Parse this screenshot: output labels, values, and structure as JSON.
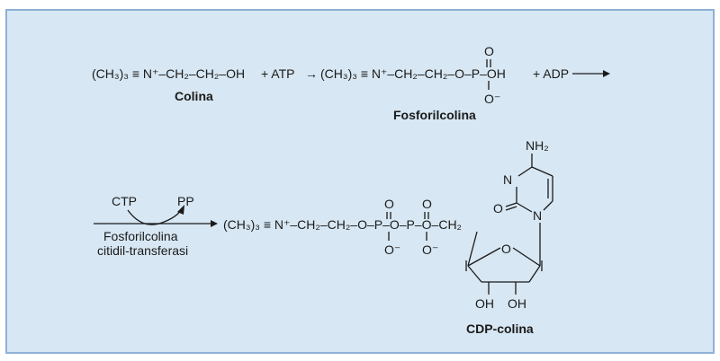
{
  "reaction1": {
    "choline_formula": "(CH₃)₃ ≡ N⁺–CH₂–CH₂–OH",
    "plus_atp": "+ ATP",
    "arrow": "→",
    "phosphocholine_formula": "(CH₃)₃ ≡ N⁺–CH₂–CH₂–O–P–OH",
    "plus_adp": "+ ADP",
    "phosphate_top_o": "O",
    "phosphate_bottom_o": "O⁻",
    "choline_label": "Colina",
    "phosphocholine_label": "Fosforilcolina"
  },
  "reaction2": {
    "cofactor_in": "CTP",
    "cofactor_out": "PP",
    "enzyme_line1": "Fosforilcolina",
    "enzyme_line2": "citidil-transferasi",
    "product_formula": "(CH₃)₃ ≡ N⁺–CH₂–CH₂–O–P–O–P–O–CH₂",
    "phosphate1_top_o": "O",
    "phosphate1_bottom_o": "O⁻",
    "phosphate2_top_o": "O",
    "phosphate2_bottom_o": "O⁻",
    "ring_oxygen": "O",
    "oh_left": "OH",
    "oh_right": "OH",
    "cytosine_nh2": "NH₂",
    "cytosine_n": "N",
    "cytosine_o": "O",
    "cytosine_n1": "N",
    "product_label": "CDP-colina"
  },
  "colors": {
    "background": "#d7e7f3",
    "border": "#8fb1d6",
    "ink": "#1a1a1a"
  }
}
